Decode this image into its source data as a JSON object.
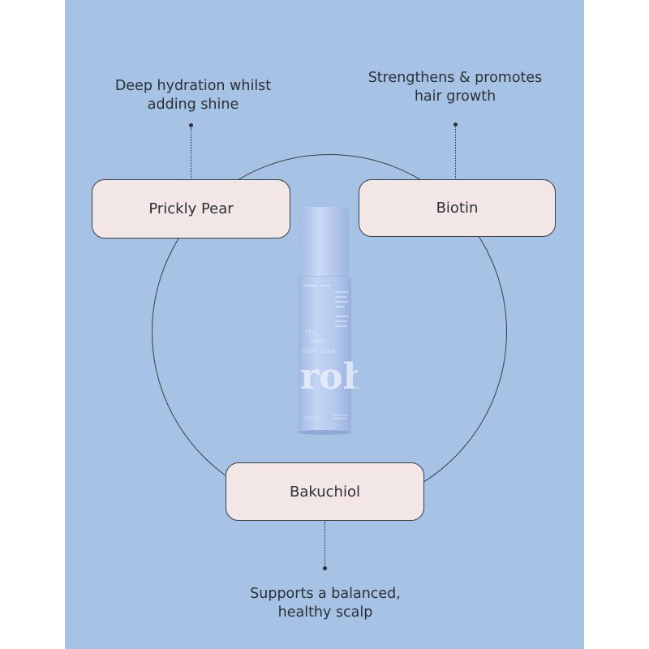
{
  "ingredients": [
    {
      "name": "Prickly Pear",
      "benefit": "Deep hydration whilst\nadding shine"
    },
    {
      "name": "Biotin",
      "benefit": "Strengthens & promotes\nhair growth"
    },
    {
      "name": "Bakuchiol",
      "benefit": "Supports a balanced,\nhealthy scalp"
    }
  ],
  "bottle": {
    "brand_logo": "roh.",
    "product_name_lines": [
      "The",
      "Daily",
      "Hair Tonic"
    ],
    "volume_label": "150 ml"
  },
  "colors": {
    "background": "#a6c2e5",
    "box_fill": "#f2e6e7",
    "text": "#2b3135",
    "bottle": "#b8cdf2"
  }
}
